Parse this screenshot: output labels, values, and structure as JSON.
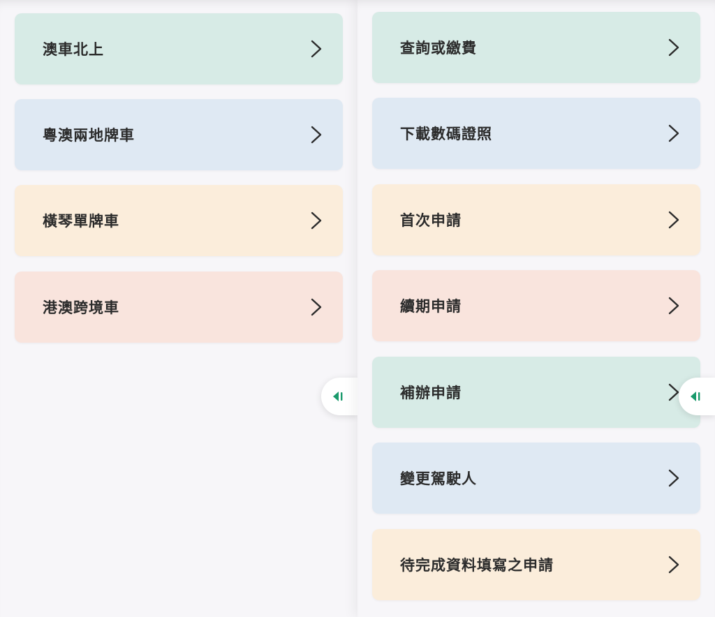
{
  "left_panel": {
    "items": [
      {
        "label": "澳車北上"
      },
      {
        "label": "粵澳兩地牌車"
      },
      {
        "label": "橫琴單牌車"
      },
      {
        "label": "港澳跨境車"
      }
    ]
  },
  "right_panel": {
    "items": [
      {
        "label": "查詢或繳費"
      },
      {
        "label": "下載數碼證照"
      },
      {
        "label": "首次申請"
      },
      {
        "label": "續期申請"
      },
      {
        "label": "補辦申請"
      },
      {
        "label": "變更駕駛人"
      },
      {
        "label": "待完成資料填寫之申請"
      }
    ]
  },
  "icons": {
    "card_arrow": "chevron-right-icon",
    "collapse": "collapse-left-icon"
  },
  "colors": {
    "green": "#d7ebe6",
    "blue": "#dfe9f3",
    "yellow": "#fbeddb",
    "pink": "#f9e4dd",
    "accent": "#1a9a6c"
  }
}
